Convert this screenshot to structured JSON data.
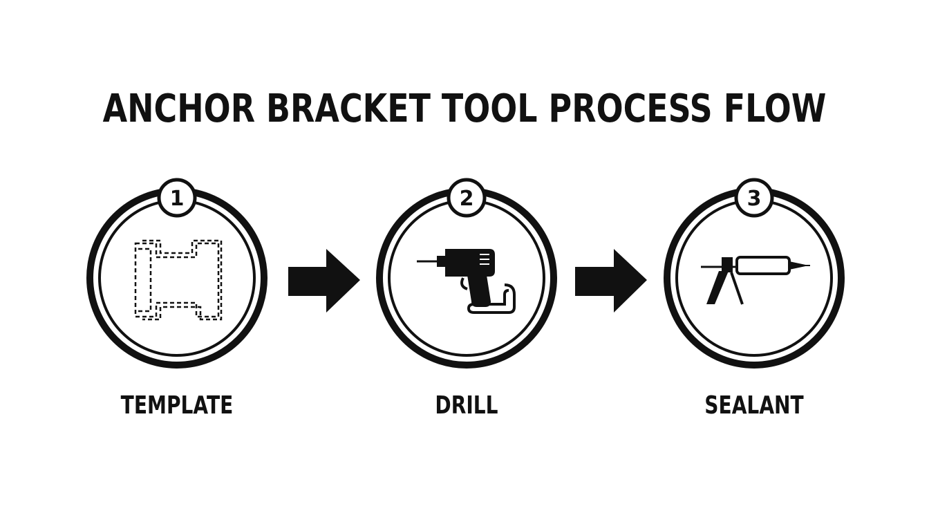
{
  "title": "ANCHOR BRACKET TOOL PROCESS FLOW",
  "steps": [
    {
      "number": "1",
      "label": "TEMPLATE",
      "icon": "bracket-template-icon"
    },
    {
      "number": "2",
      "label": "DRILL",
      "icon": "power-drill-icon"
    },
    {
      "number": "3",
      "label": "SEALANT",
      "icon": "caulk-gun-icon"
    }
  ],
  "colors": {
    "ink": "#111111",
    "background": "#ffffff"
  }
}
